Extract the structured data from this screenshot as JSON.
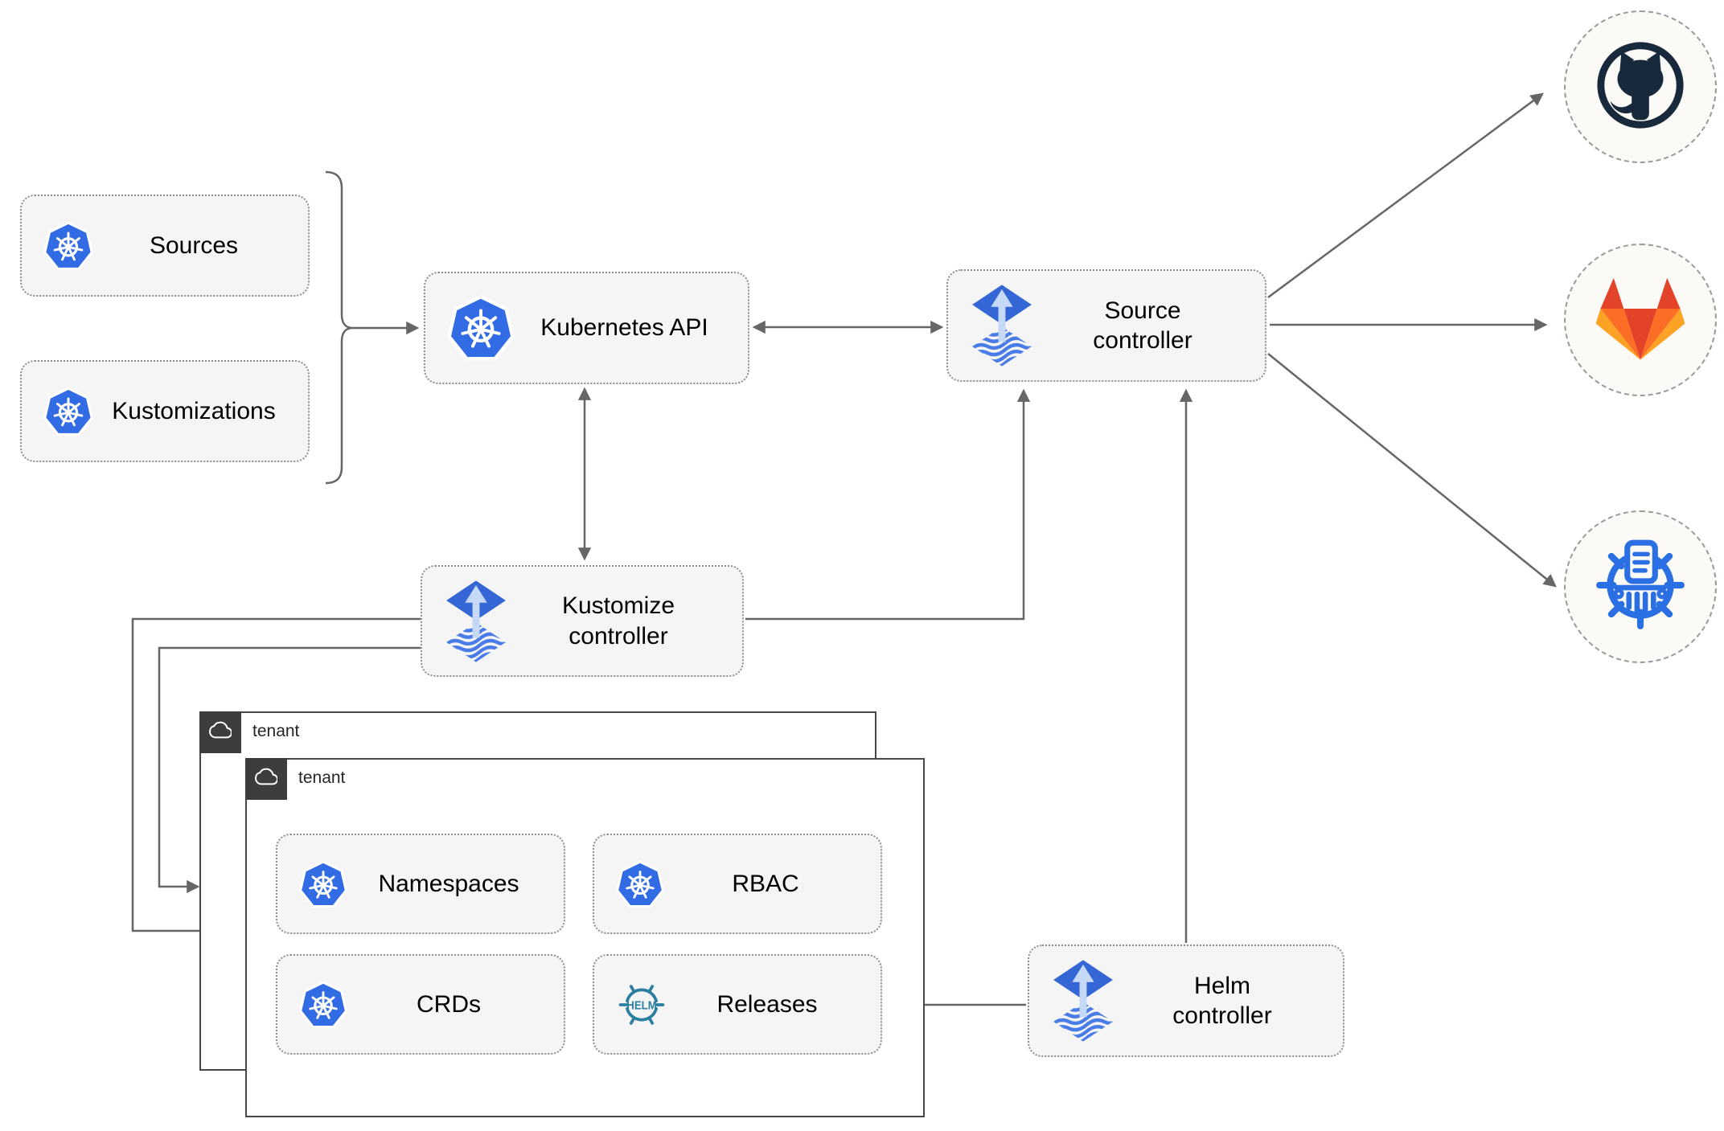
{
  "nodes": {
    "sources": {
      "label": "Sources"
    },
    "kustomizations": {
      "label": "Kustomizations"
    },
    "kubernetes_api": {
      "label": "Kubernetes API"
    },
    "source_controller": {
      "label": "Source controller"
    },
    "kustomize_controller": {
      "label": "Kustomize controller"
    },
    "helm_controller": {
      "label": "Helm controller"
    },
    "namespaces": {
      "label": "Namespaces"
    },
    "rbac": {
      "label": "RBAC"
    },
    "crds": {
      "label": "CRDs"
    },
    "releases": {
      "label": "Releases"
    }
  },
  "groups": {
    "tenant_back": {
      "label": "tenant"
    },
    "tenant_front": {
      "label": "tenant"
    }
  },
  "icons": {
    "kubernetes": "kubernetes-icon",
    "flux": "flux-icon",
    "cloud": "cloud-icon",
    "github": "github-icon",
    "gitlab": "gitlab-icon",
    "helm_repository": "chartmuseum-helm-repository-icon",
    "helm_wordmark": "HELM"
  },
  "colors": {
    "kubernetes_blue": "#326ce5",
    "flux_blue": "#3566d6",
    "flux_wave_blue": "#4a7ce8",
    "flux_arrow_light": "#c6d9f6",
    "helm_teal": "#2a7e9f",
    "github_dark": "#17293a",
    "gitlab_red": "#e24329",
    "gitlab_orange": "#fc6d26",
    "gitlab_amber": "#fca326",
    "registry_blue": "#2b6fe4",
    "line_gray": "#666666",
    "node_fill": "#f5f5f5",
    "node_border": "#8f8f8f",
    "tenant_header": "#3d3d3d",
    "tenant_border": "#474747"
  }
}
